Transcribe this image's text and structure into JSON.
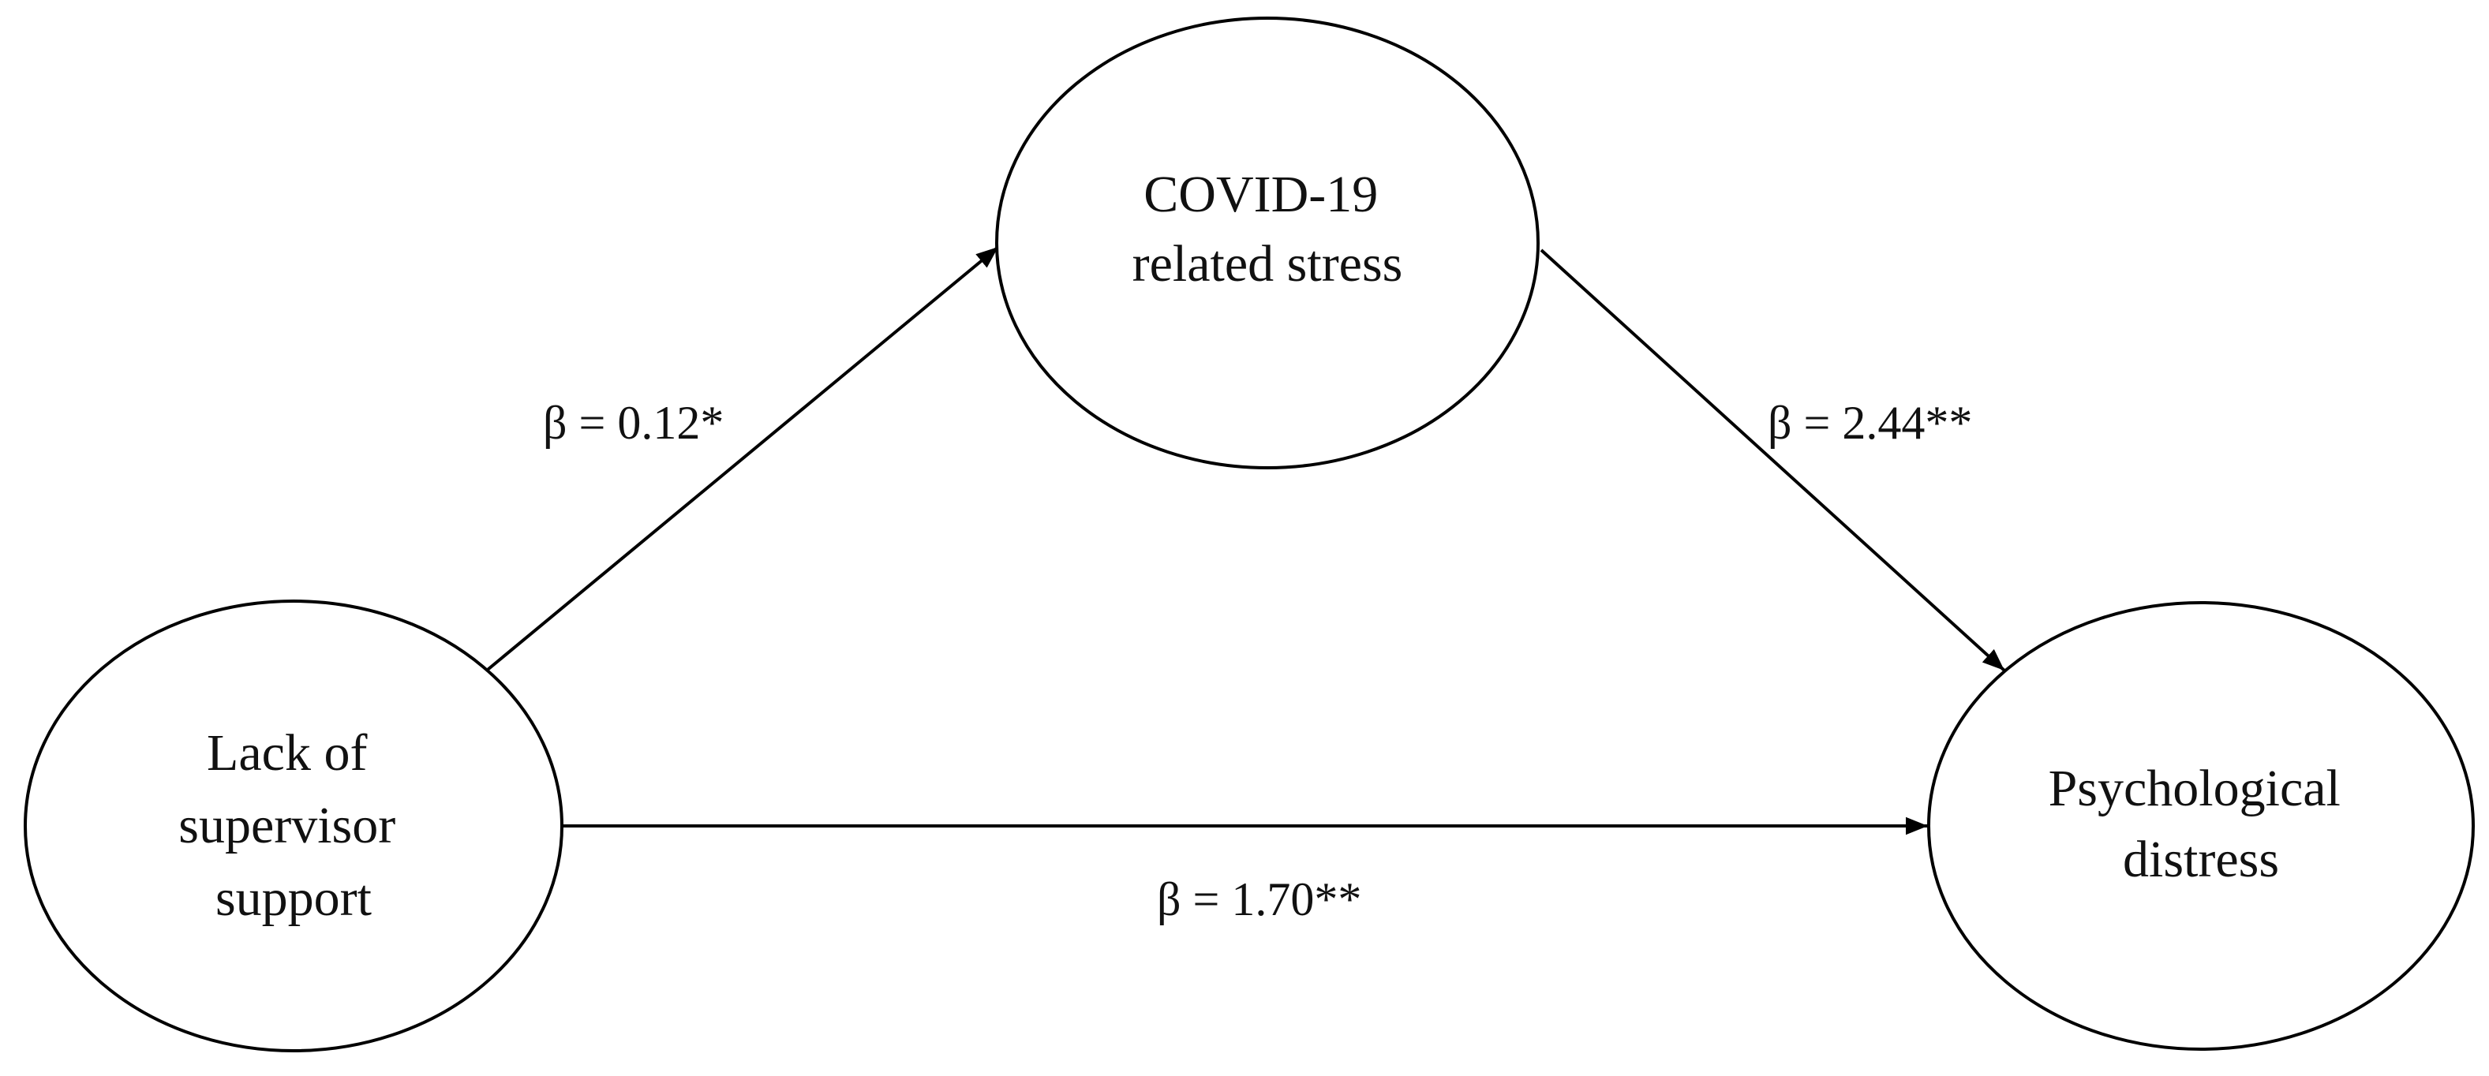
{
  "nodes": {
    "covid_stress": {
      "lines": [
        "COVID-19",
        "related stress"
      ]
    },
    "supervisor_support": {
      "lines": [
        "Lack of",
        "supervisor",
        "support"
      ]
    },
    "psych_distress": {
      "lines": [
        "Psychological",
        "distress"
      ]
    }
  },
  "edges": {
    "support_to_stress": {
      "label": "β = 0.12*"
    },
    "stress_to_distress": {
      "label": "β = 2.44**"
    },
    "support_to_distress": {
      "label": "β = 1.70**"
    }
  },
  "colors": {
    "stroke": "#000000",
    "text": "#111111",
    "background": "#ffffff"
  }
}
